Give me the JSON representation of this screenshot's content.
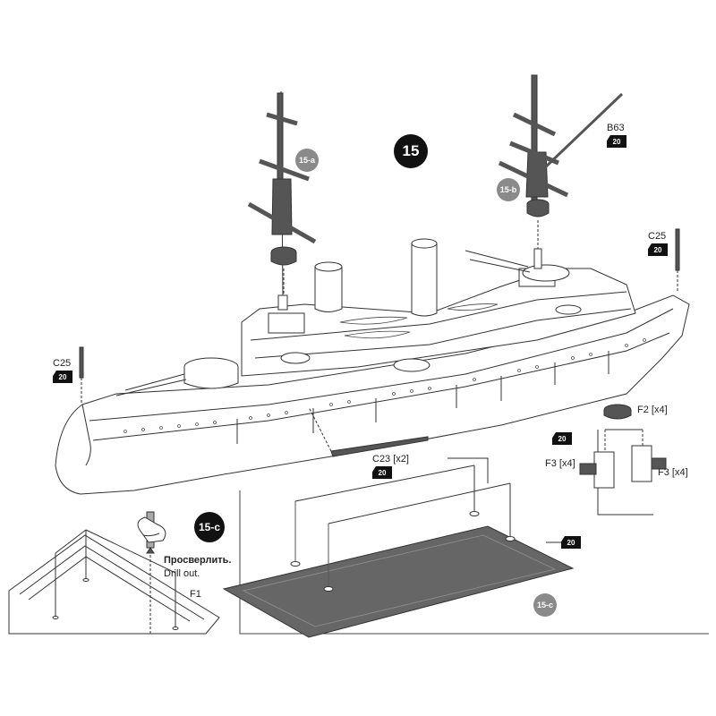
{
  "step": {
    "number": "15"
  },
  "subs": {
    "a": "15-a",
    "b": "15-b",
    "c_top": "15-c",
    "c_bottom": "15-c"
  },
  "badge_value": "20",
  "parts": {
    "b63": "B63",
    "c25_left": "C25",
    "c25_right": "C25",
    "c23": "C23 [x2]",
    "f2": "F2 [x4]",
    "f3_left": "F3 [x4]",
    "f3_right": "F3 [x4]",
    "f1": "F1"
  },
  "instruction": {
    "ru": "Просверлить.",
    "en": "Drill out."
  },
  "colors": {
    "line": "#333333",
    "part_fill": "#555555",
    "stand_fill": "#666666",
    "badge": "#111111",
    "sub_circle": "#8a8a8a"
  },
  "icons": [
    "drill-icon",
    "reference-number-badge"
  ]
}
